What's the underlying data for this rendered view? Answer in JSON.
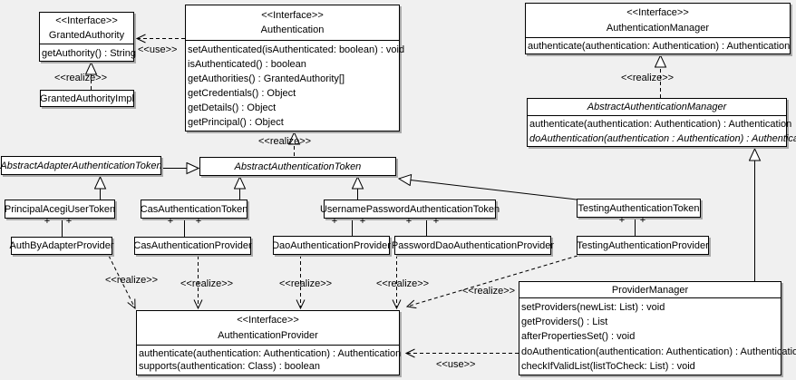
{
  "page": {
    "background": "#f0f0f0",
    "box_fill": "#ffffff",
    "line_color": "#000000",
    "shadow_color": "#aaaaaa"
  },
  "edge_labels": {
    "use": "<<use>>",
    "realize": "<<realize>>",
    "plus": "+"
  },
  "classes": {
    "granted_authority": {
      "stereotype": "<<Interface>>",
      "name": "GrantedAuthority",
      "methods": [
        "getAuthority() : String"
      ]
    },
    "granted_authority_impl": {
      "name": "GrantedAuthorityImpl"
    },
    "authentication": {
      "stereotype": "<<Interface>>",
      "name": "Authentication",
      "methods": [
        "setAuthenticated(isAuthenticated: boolean) : void",
        "isAuthenticated() : boolean",
        "getAuthorities() : GrantedAuthority[]",
        "getCredentials() : Object",
        "getDetails() : Object",
        "getPrincipal() : Object"
      ]
    },
    "authentication_manager": {
      "stereotype": "<<Interface>>",
      "name": "AuthenticationManager",
      "methods": [
        "authenticate(authentication: Authentication) : Authentication"
      ]
    },
    "abstract_authentication_manager": {
      "name": "AbstractAuthenticationManager",
      "methods": [
        "authenticate(authentication: Authentication) : Authentication",
        "doAuthentication(authentication : Authentication) : Authentication"
      ]
    },
    "abstract_adapter_authentication_token": {
      "name": "AbstractAdapterAuthenticationToken"
    },
    "abstract_authentication_token": {
      "name": "AbstractAuthenticationToken"
    },
    "principal_acegi_user_token": {
      "name": "PrincipalAcegiUserToken"
    },
    "cas_authentication_token": {
      "name": "CasAuthenticationToken"
    },
    "username_password_authentication_token": {
      "name": "UsernamePasswordAuthenticationToken"
    },
    "testing_authentication_token": {
      "name": "TestingAuthenticationToken"
    },
    "auth_by_adapter_provider": {
      "name": "AuthByAdapterProvider"
    },
    "cas_authentication_provider": {
      "name": "CasAuthenticationProvider"
    },
    "dao_authentication_provider": {
      "name": "DaoAuthenticationProvider"
    },
    "password_dao_authentication_provider": {
      "name": "PasswordDaoAuthenticationProvider"
    },
    "testing_authentication_provider": {
      "name": "TestingAuthenticationProvider"
    },
    "authentication_provider": {
      "stereotype": "<<Interface>>",
      "name": "AuthenticationProvider",
      "methods": [
        "authenticate(authentication: Authentication) : Authentication",
        "supports(authentication: Class) : boolean"
      ]
    },
    "provider_manager": {
      "name": "ProviderManager",
      "methods": [
        "setProviders(newList: List) : void",
        "getProviders() : List",
        "afterPropertiesSet() : void",
        "doAuthentication(authentication: Authentication) : Authentication",
        "checkIfValidList(listToCheck: List) : void"
      ]
    }
  }
}
